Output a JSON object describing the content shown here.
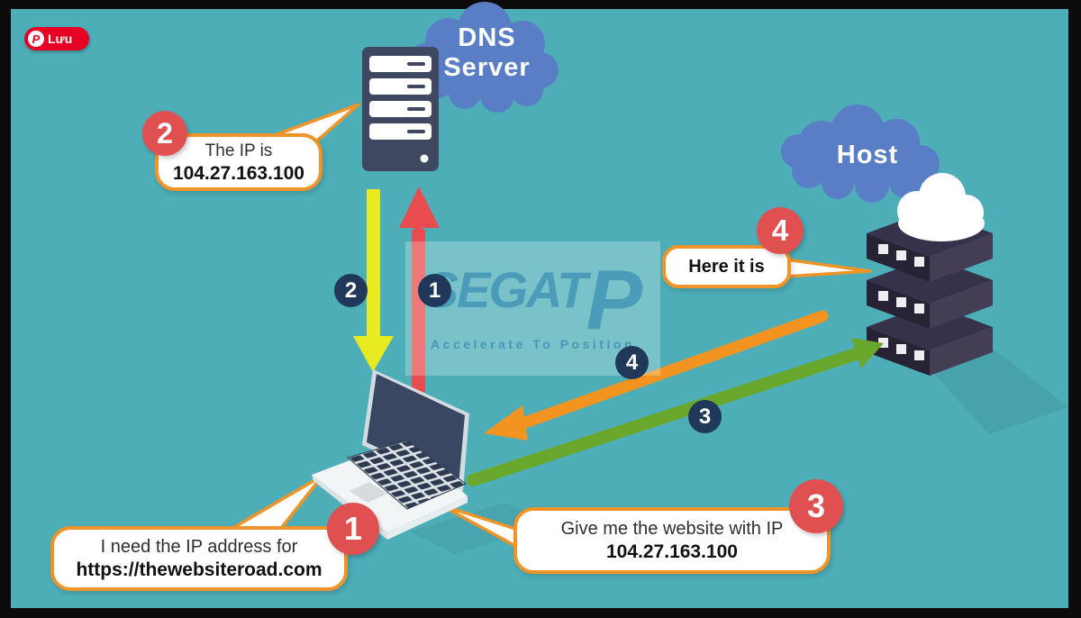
{
  "save_button": {
    "label": "Lưu",
    "glyph": "P",
    "color": "#E60023"
  },
  "nodes": {
    "dns": {
      "line1": "DNS",
      "line2": "Server"
    },
    "host": {
      "label": "Host"
    }
  },
  "steps": {
    "s1": {
      "number": "1",
      "line1": "I need the IP address for",
      "line2": "https://thewebsiteroad.com"
    },
    "s2": {
      "number": "2",
      "line1": "The IP is",
      "line2": "104.27.163.100"
    },
    "s3": {
      "number": "3",
      "line1": "Give me the website with IP",
      "line2": "104.27.163.100"
    },
    "s4": {
      "number": "4",
      "line1": "Here it is"
    }
  },
  "arrow_badges": {
    "s1": "1",
    "s2": "2",
    "s3": "3",
    "s4": "4"
  },
  "arrows": {
    "step1": {
      "color": "#E84C4F",
      "from": "laptop",
      "to": "dns-server"
    },
    "step2": {
      "color": "#E7EB1F",
      "from": "dns-server",
      "to": "laptop"
    },
    "step3": {
      "color": "#69A82C",
      "from": "laptop",
      "to": "host"
    },
    "step4": {
      "color": "#F2941F",
      "from": "host",
      "to": "laptop"
    }
  },
  "watermark": {
    "brand_main": "SEGAT",
    "brand_accent": "P",
    "tagline": "Accelerate To Position"
  },
  "colors": {
    "background_teal": "#4DAEB8",
    "frame_black": "#0b0b0b",
    "cloud_blue": "#5A7EC6",
    "server_navy": "#3E4961",
    "host_server_dark": "#272234",
    "badge_navy": "#20395B",
    "step_circle_red": "#E05051",
    "bubble_border_orange": "#EE9428",
    "pinterest_red": "#E60023",
    "watermark_blue": "#2E86B0"
  }
}
